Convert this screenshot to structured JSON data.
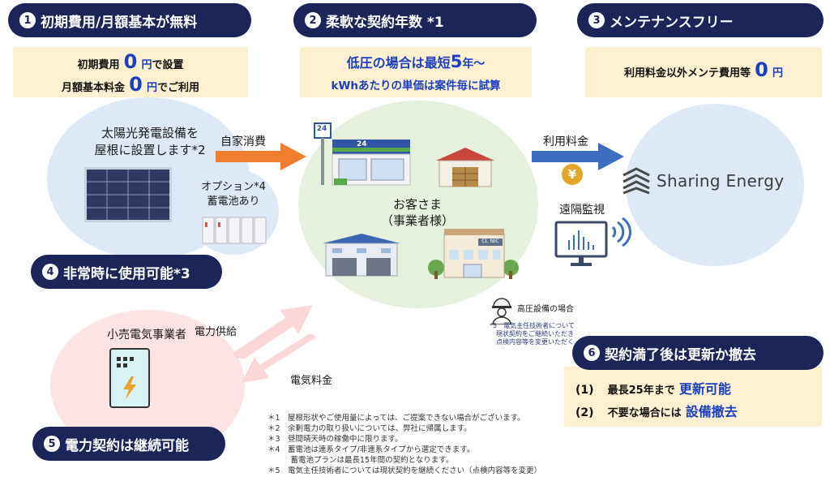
{
  "boxes": {
    "b1": {
      "num": "1",
      "title": "初期費用/月額基本が無料",
      "line1_pre": "初期費用",
      "line1_num": "0",
      "line1_unit": "円",
      "line1_post": "で設置",
      "line2_pre": "月額基本料金",
      "line2_num": "0",
      "line2_unit": "円",
      "line2_post": "でご利用"
    },
    "b2": {
      "num": "2",
      "title": "柔軟な契約年数 *1",
      "line1_a": "低圧の場合は最短",
      "line1_b": "5",
      "line1_c": "年～",
      "line2": "kWhあたりの単価は案件毎に試算"
    },
    "b3": {
      "num": "3",
      "title": "メンテナンスフリー",
      "line1_pre": "利用料金以外メンテ費用等",
      "line1_num": "0",
      "line1_unit": "円"
    },
    "b4": {
      "num": "4",
      "title": "非常時に使用可能*3"
    },
    "b5": {
      "num": "5",
      "title": "電力契約は継続可能"
    },
    "b6": {
      "num": "6",
      "title": "契約満了後は更新か撤去",
      "item1_label": "(1)",
      "item1_text": "最長25年まで",
      "item1_em": "更新可能",
      "item2_label": "(2)",
      "item2_text": "不要な場合には",
      "item2_em": "設備撤去"
    }
  },
  "solar": {
    "line1": "太陽光発電設備を",
    "line2": "屋根に設置します*2"
  },
  "battery": {
    "line1": "オプション*4",
    "line2": "蓄電池あり"
  },
  "customer": {
    "line1": "お客さま",
    "line2": "（事業者様）",
    "store_sign": "24",
    "clinic_sign": "CL NIC"
  },
  "flows": {
    "self_consumption": "自家消費",
    "usage_fee": "利用料金",
    "remote_monitoring": "遠隔監視",
    "power_supply": "電力供給",
    "electricity_fee": "電気料金"
  },
  "yen_symbol": "¥",
  "brand": {
    "name": "Sharing Energy"
  },
  "retailer": {
    "label": "小売電気事業者"
  },
  "high_voltage": {
    "label": "高圧設備の場合",
    "note1": "*5　電気主任技術者について",
    "note2": "現状契約をご継続いただき",
    "note3": "点検内容等を変更いただく"
  },
  "footnotes": [
    "＊1　屋根形状やご使用量によっては、ご提案できない場合がございます。",
    "＊2　余剰電力の取り扱いについては、弊社に帰属します。",
    "＊3　昼間晴天時の稼働中に限ります。",
    "＊4　蓄電池は連系タイプ/非連系タイプから選定できます。",
    "　　　蓄電池プランは最長15年間の契約となります。",
    "＊5　電気主任技術者については現状契約を継続ください（点検内容等を変更）"
  ],
  "colors": {
    "navy": "#1b2557",
    "accent_blue": "#1c3fbf",
    "cream": "#fdf1d2",
    "orange_arrow": "#ef7f2e",
    "blue_arrow": "#3e6ebf",
    "light_blue_circle": "#dde9f7",
    "light_green_circle": "#e5f1dc",
    "light_pink_circle": "#fde4e4"
  }
}
